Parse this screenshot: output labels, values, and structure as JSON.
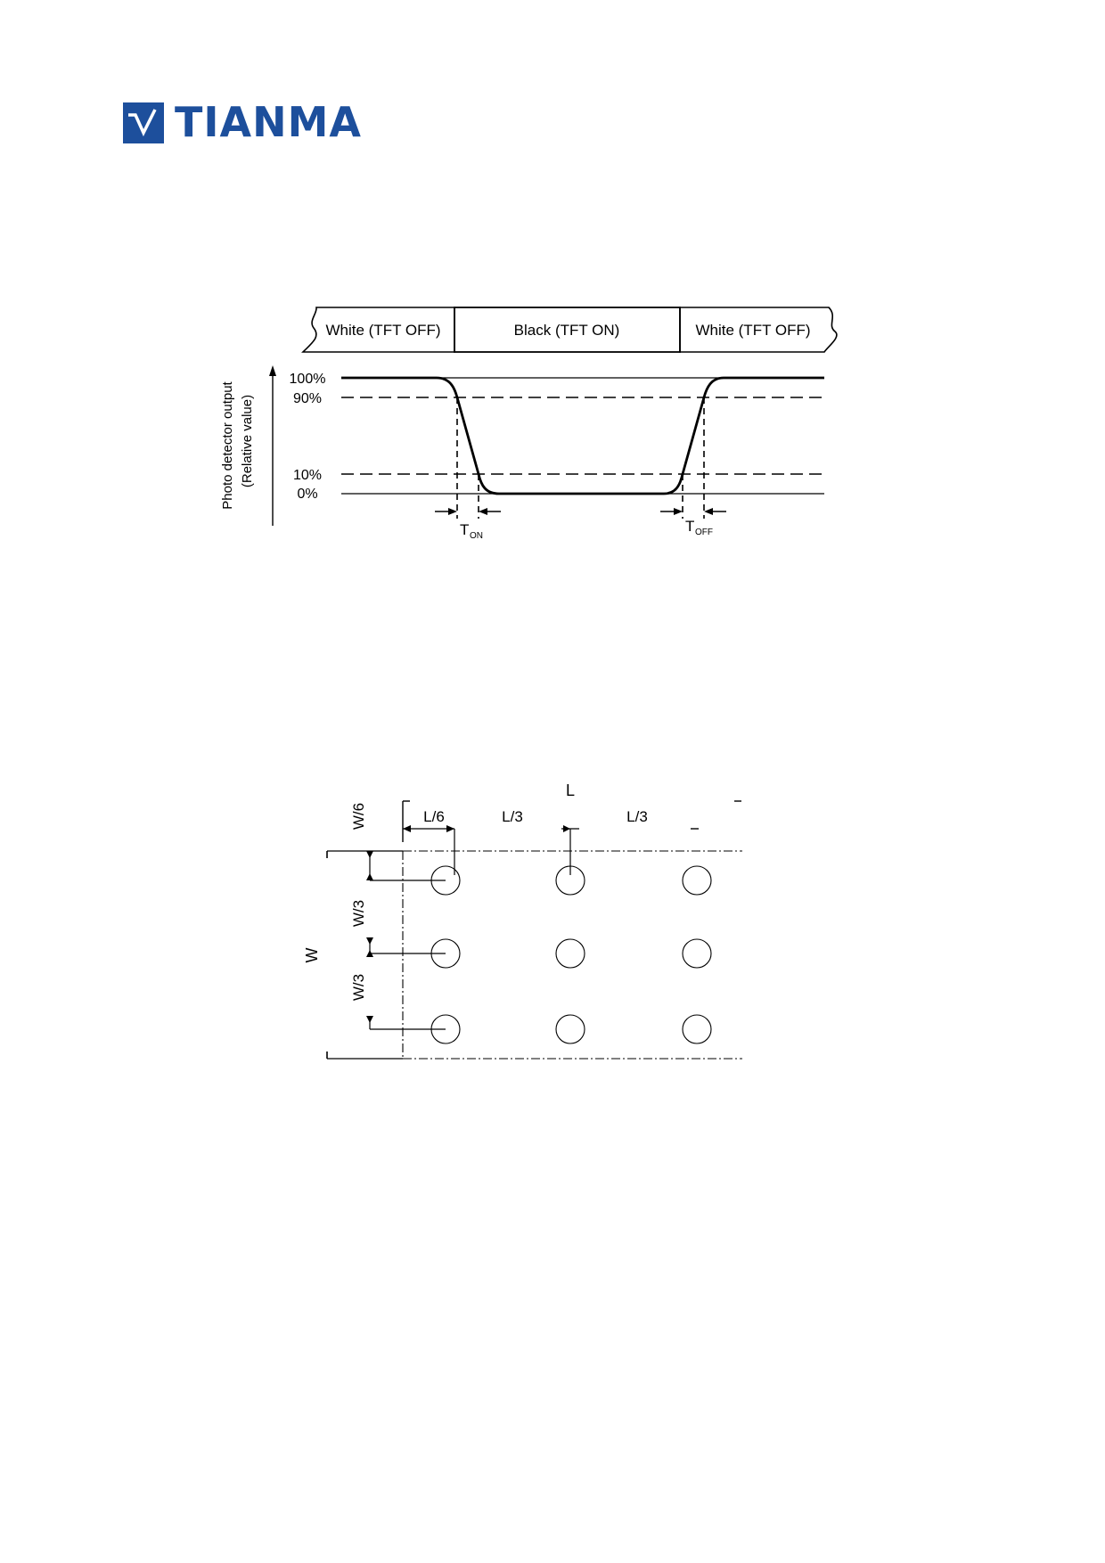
{
  "header": {
    "brand": "TIANMA",
    "brand_color": "#1d4f9c",
    "logo_icon": "tianma-v-logo-icon"
  },
  "response_figure": {
    "states": [
      "White (TFT OFF)",
      "Black (TFT ON)",
      "White (TFT OFF)"
    ],
    "y_axis_label_line1": "Photo detector output",
    "y_axis_label_line2": "(Relative value)",
    "levels": [
      "100%",
      "90%",
      "10%",
      "0%"
    ],
    "t_on_main": "T",
    "t_on_sub": "ON",
    "t_off_main": "T",
    "t_off_sub": "OFF"
  },
  "measurement_figure": {
    "top_dim": "L",
    "dim_l6": "L/6",
    "dim_l3_a": "L/3",
    "dim_l3_b": "L/3",
    "dim_w6": "W/6",
    "dim_w3_a": "W/3",
    "dim_w3_b": "W/3",
    "side_dim": "W",
    "points_grid": "3x3"
  }
}
